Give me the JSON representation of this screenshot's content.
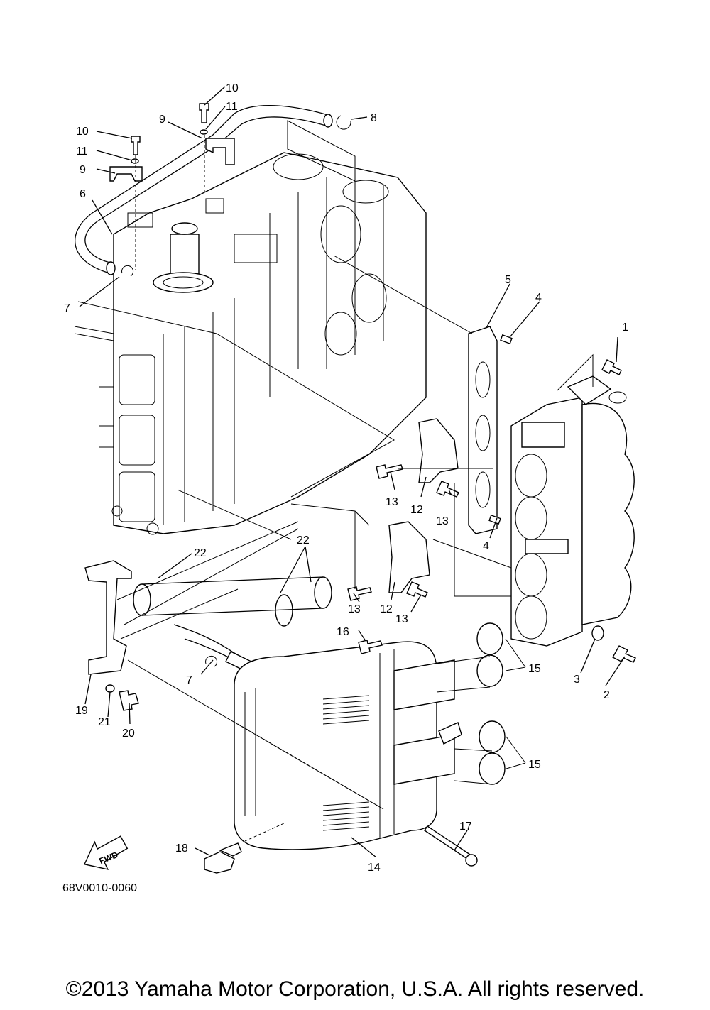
{
  "labels": {
    "p1": "1",
    "p2": "2",
    "p3": "3",
    "p4a": "4",
    "p4b": "4",
    "p5": "5",
    "p6": "6",
    "p7a": "7",
    "p7b": "7",
    "p8": "8",
    "p9a": "9",
    "p9b": "9",
    "p10a": "10",
    "p10b": "10",
    "p11a": "11",
    "p11b": "11",
    "p12a": "12",
    "p12b": "12",
    "p13a": "13",
    "p13b": "13",
    "p13c": "13",
    "p13d": "13",
    "p14": "14",
    "p15a": "15",
    "p15b": "15",
    "p16": "16",
    "p17": "17",
    "p18": "18",
    "p19": "19",
    "p20": "20",
    "p21": "21",
    "p22a": "22",
    "p22b": "22",
    "fwd": "FWD"
  },
  "diagram_code": "68V0010-0060",
  "copyright": "©2013 Yamaha Motor Corporation, U.S.A. All rights reserved."
}
